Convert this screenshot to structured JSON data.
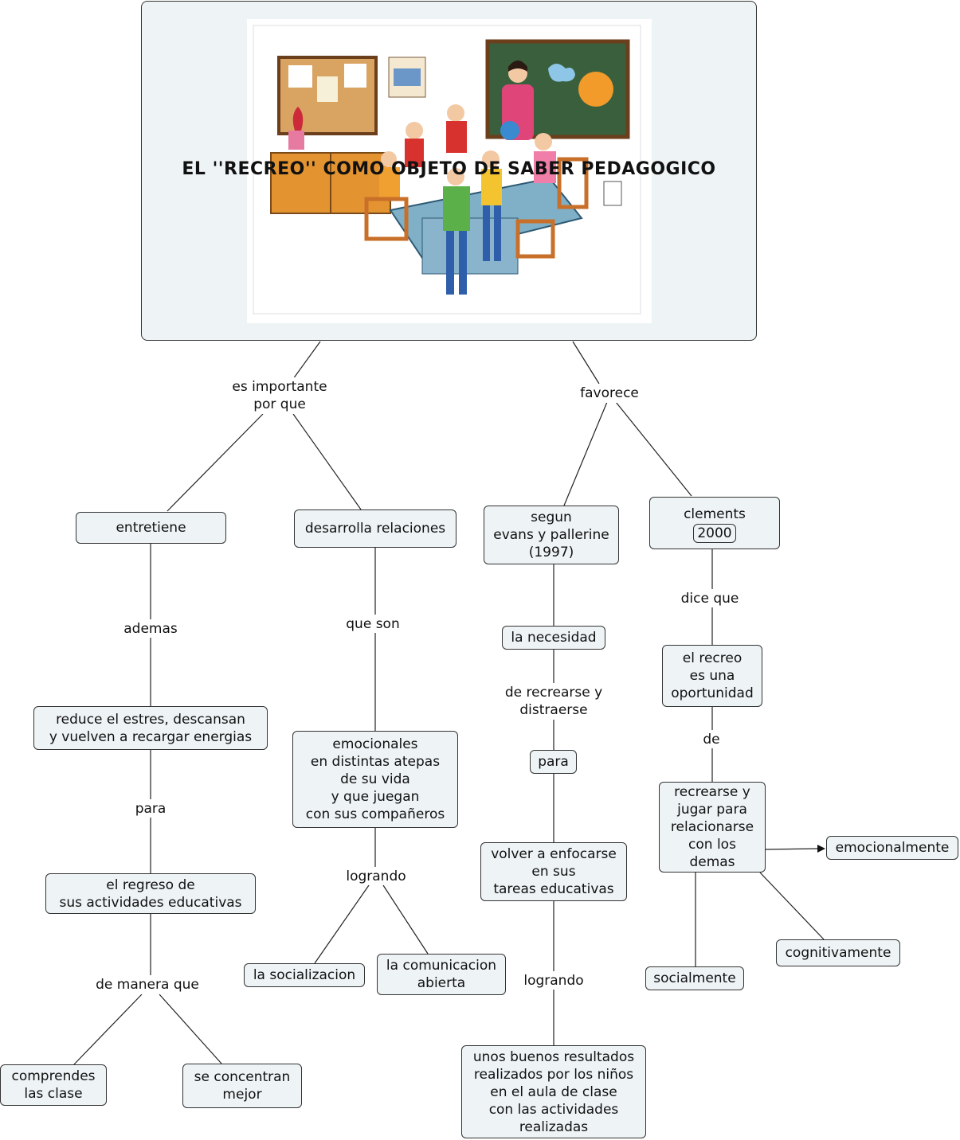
{
  "map": {
    "title": "EL ''RECREO'' COMO OBJETO DE SABER PEDAGOGICO",
    "image": "classroom-illustration",
    "links": {
      "es_importante": "es importante\npor que",
      "favorece": "favorece",
      "ademas": "ademas",
      "que_son": "que son",
      "dice_que": "dice que",
      "de_recrearse": "de  recrearse y\ndistraerse",
      "de": "de",
      "para_left": "para",
      "logrando_mid": "logrando",
      "logrando_right": "logrando",
      "de_manera_que": "de manera que"
    },
    "nodes": {
      "entretiene": "entretiene",
      "desarrolla": "desarrolla relaciones",
      "segun": "segun\nevans y pallerine\n(1997)",
      "clements": "clements",
      "clements_year": "2000",
      "la_necesidad": "la necesidad",
      "el_recreo": "el recreo\nes una\noportunidad",
      "reduce": "reduce  el estres, descansan\ny vuelven a recargar energias",
      "emocionales": "emocionales\nen distintas atepas\nde su vida\ny que juegan\ncon sus compañeros",
      "para_box": "para",
      "recrearse_jugar": "recrearse y\njugar para\nrelacionarse\ncon los\ndemas",
      "emocionalmente": "emocionalmente",
      "volver": "volver a enfocarse\nen sus\ntareas educativas",
      "regreso": "el regreso de\nsus actividades educativas",
      "socializacion": "la socializacion",
      "comunicacion": "la comunicacion\nabierta",
      "cognitivamente": "cognitivamente",
      "socialmente": "socialmente",
      "resultados": "unos buenos resultados\nrealizados por los niños\nen el aula de clase\ncon las actividades\nrealizadas",
      "comprendes": "comprendes\nlas clase",
      "concentran": "se concentran\nmejor"
    }
  }
}
